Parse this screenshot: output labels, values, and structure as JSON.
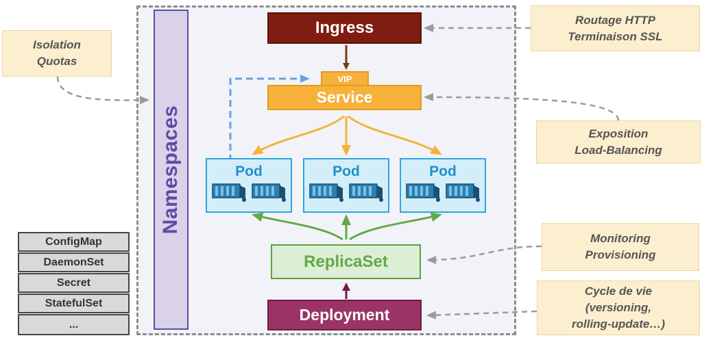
{
  "diagram": {
    "namespaces_label": "Namespaces",
    "ingress_label": "Ingress",
    "vip_label": "VIP",
    "service_label": "Service",
    "pods": [
      {
        "label": "Pod"
      },
      {
        "label": "Pod"
      },
      {
        "label": "Pod"
      }
    ],
    "replicaset_label": "ReplicaSet",
    "deployment_label": "Deployment"
  },
  "notes": {
    "isolation": {
      "line1": "Isolation",
      "line2": "Quotas"
    },
    "routage": {
      "line1": "Routage HTTP",
      "line2": "Terminaison SSL"
    },
    "exposition": {
      "line1": "Exposition",
      "line2": "Load-Balancing"
    },
    "monitoring": {
      "line1": "Monitoring",
      "line2": "Provisioning"
    },
    "cycle": {
      "line1": "Cycle de vie",
      "line2": "(versioning,",
      "line3": "rolling-update…)"
    }
  },
  "resource_stack": [
    "ConfigMap",
    "DaemonSet",
    "Secret",
    "StatefulSet",
    "..."
  ],
  "colors": {
    "ingress": "#7f1d10",
    "service": "#f6b13a",
    "pod_fill": "#d4eef9",
    "pod_border": "#2aa8dc",
    "replicaset": "#64a846",
    "deployment": "#9b3366",
    "namespaces": "#5f4ba3",
    "note_fill": "#fcefd0",
    "vip_link": "#6aa0e0"
  },
  "icons": {
    "pod_container": "shipping-container-icon"
  }
}
